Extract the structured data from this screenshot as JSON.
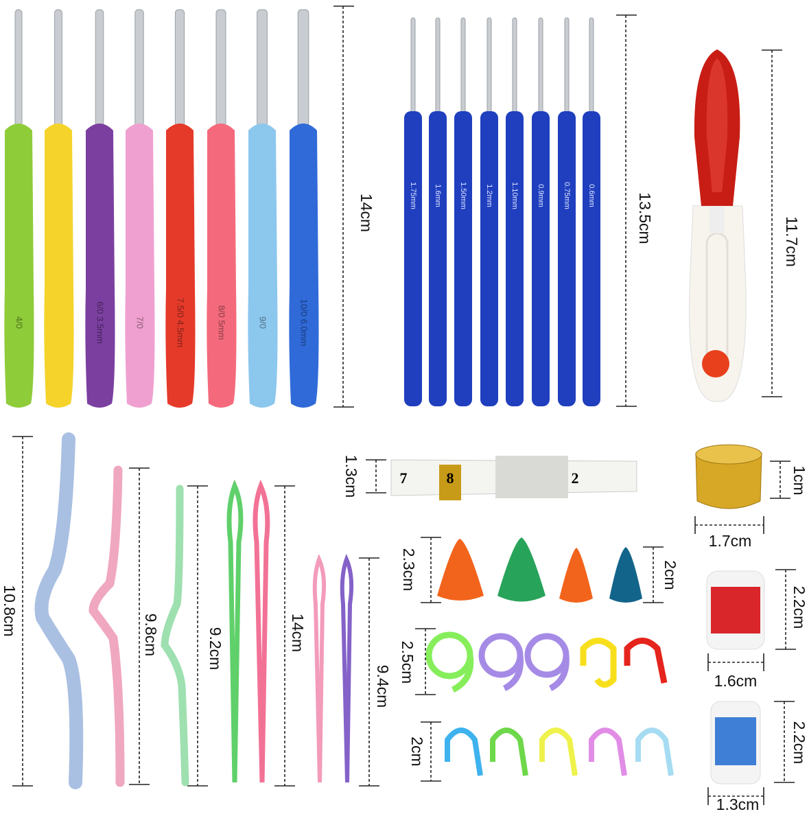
{
  "crochet_hooks_ergonomic": {
    "length_label": "14cm",
    "hooks": [
      {
        "color": "#8fcc3a",
        "label": "4/0"
      },
      {
        "color": "#f5d32a",
        "label": ""
      },
      {
        "color": "#7b3fa0",
        "label": "6/0  3.5mm"
      },
      {
        "color": "#f0a0d0",
        "label": "7/0"
      },
      {
        "color": "#e53a2a",
        "label": "7.5/0  4.5mm"
      },
      {
        "color": "#f46a7c",
        "label": "8/0  5mm"
      },
      {
        "color": "#8cc7ee",
        "label": "9/0"
      },
      {
        "color": "#2f6ad8",
        "label": "10/0  6.0mm"
      }
    ]
  },
  "steel_hooks": {
    "length_label": "13.5cm",
    "color": "#1f3fbf",
    "sizes": [
      "1.75mm",
      "1.6mm",
      "1.50mm",
      "1.2mm",
      "1.10mm",
      "0.9mm",
      "0.75mm",
      "0.6mm"
    ]
  },
  "scissors": {
    "length_label": "11.7cm"
  },
  "cable_needles": {
    "labels": [
      "10.8cm",
      "9.8cm",
      "9.2cm"
    ]
  },
  "yarn_needles": {
    "labels": [
      "14cm",
      "9.4cm"
    ]
  },
  "tape_measure": {
    "height_label": "1.3cm",
    "digits": [
      "7",
      "8",
      "2"
    ]
  },
  "thimble": {
    "height_label": "1cm",
    "width_label": "1.7cm"
  },
  "point_protectors": {
    "left_label": "2.3cm",
    "right_label": "2cm"
  },
  "stitch_markers_ring": {
    "label": "2.5cm"
  },
  "stitch_markers_clip": {
    "label": "2cm"
  },
  "row_counter_red": {
    "height_label": "2.2cm",
    "width_label": "1.6cm"
  },
  "row_counter_blue": {
    "height_label": "2.2cm",
    "width_label": "1.3cm"
  }
}
